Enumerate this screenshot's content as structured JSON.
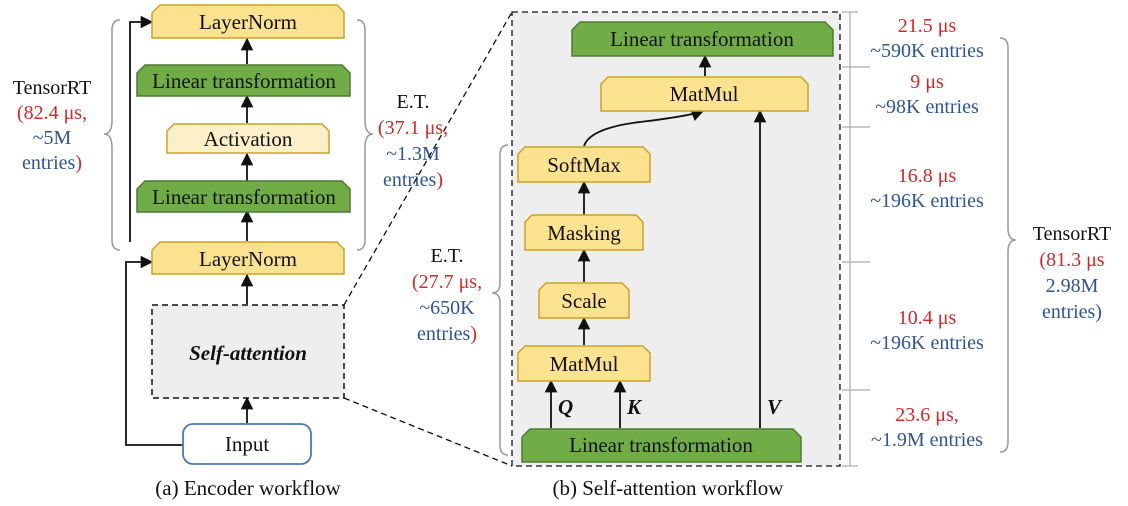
{
  "encoder": {
    "caption": "(a) Encoder workflow",
    "nodes": {
      "layernorm_top": "LayerNorm",
      "linear_top": "Linear transformation",
      "activation": "Activation",
      "linear_mid": "Linear transformation",
      "layernorm_bottom": "LayerNorm",
      "self_attention": "Self-attention",
      "input": "Input"
    },
    "tensorrt_label": {
      "title": "TensorRT",
      "time": "(82.4 μs,",
      "entries_1": "~5M",
      "entries_2": "entries",
      "close": ")"
    },
    "et_label": {
      "title": "E.T.",
      "time": "(37.1 μs,",
      "entries_1": "~1.3M",
      "entries_2": "entries",
      "close": ")"
    },
    "et_attention_label": {
      "title": "E.T.",
      "time": "(27.7 μs,",
      "entries_1": "~650K",
      "entries_2": "entries",
      "close": ")"
    }
  },
  "attention": {
    "caption": "(b) Self-attention workflow",
    "nodes": {
      "linear_top": "Linear transformation",
      "matmul_top": "MatMul",
      "softmax": "SoftMax",
      "masking": "Masking",
      "scale": "Scale",
      "matmul_bottom": "MatMul",
      "linear_bottom": "Linear transformation"
    },
    "inputs": {
      "q": "Q",
      "k": "K",
      "v": "V"
    },
    "stage_labels": [
      {
        "time": "21.5 μs",
        "entries": "~590K entries"
      },
      {
        "time": "9 μs",
        "entries": "~98K entries"
      },
      {
        "time": "16.8 μs",
        "entries": "~196K entries"
      },
      {
        "time": "10.4 μs",
        "entries": "~196K entries"
      },
      {
        "time": "23.6 μs,",
        "entries": "~1.9M entries"
      }
    ],
    "tensorrt_label": {
      "title": "TensorRT",
      "time": "(81.3 μs",
      "entries_1": "2.98M",
      "entries_2": "entries)"
    }
  },
  "colors": {
    "yellow_fill": "#fbe28f",
    "yellow_stroke": "#c9a227",
    "light_fill": "#fdf0c8",
    "green_fill": "#70ad47",
    "green_stroke": "#4e7a30",
    "input_stroke": "#4a78b5",
    "panel_fill": "#eeeeee",
    "red_text": "#d62728",
    "blue_text": "#2f5597"
  }
}
